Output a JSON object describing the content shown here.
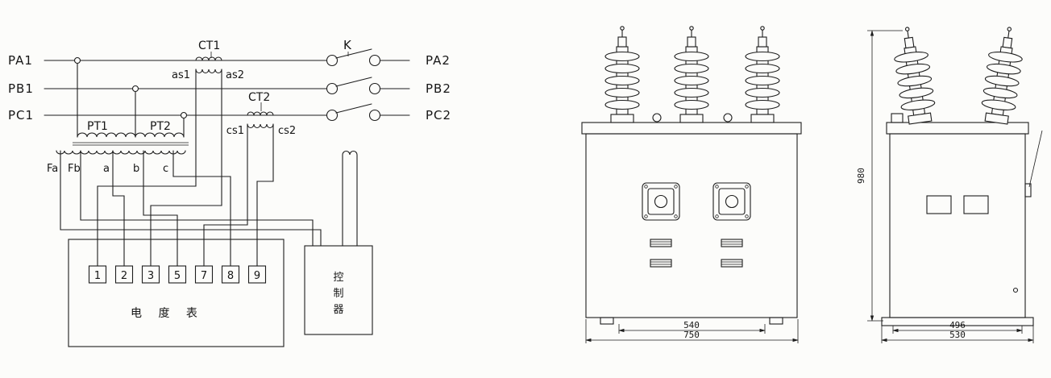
{
  "schematic": {
    "left_labels": [
      "PA1",
      "PB1",
      "PC1"
    ],
    "right_labels": [
      "PA2",
      "PB2",
      "PC2"
    ],
    "ct1_label": "CT1",
    "ct2_label": "CT2",
    "switch_label": "K",
    "pt1_label": "PT1",
    "pt2_label": "PT2",
    "ct1_sec_labels": [
      "as1",
      "as2"
    ],
    "ct2_sec_labels": [
      "cs1",
      "cs2"
    ],
    "pt_sec_labels": [
      "Fa",
      "Fb",
      "a",
      "b",
      "c"
    ],
    "meter_terminals": [
      "1",
      "2",
      "3",
      "5",
      "7",
      "8",
      "9"
    ],
    "meter_label": "电 度 表",
    "controller_chars": [
      "控",
      "制",
      "器"
    ]
  },
  "front_view": {
    "dim_bolt_spacing": "540",
    "dim_overall_width": "750"
  },
  "side_view": {
    "dim_height": "980",
    "dim_base_inner": "496",
    "dim_overall_depth": "530"
  }
}
